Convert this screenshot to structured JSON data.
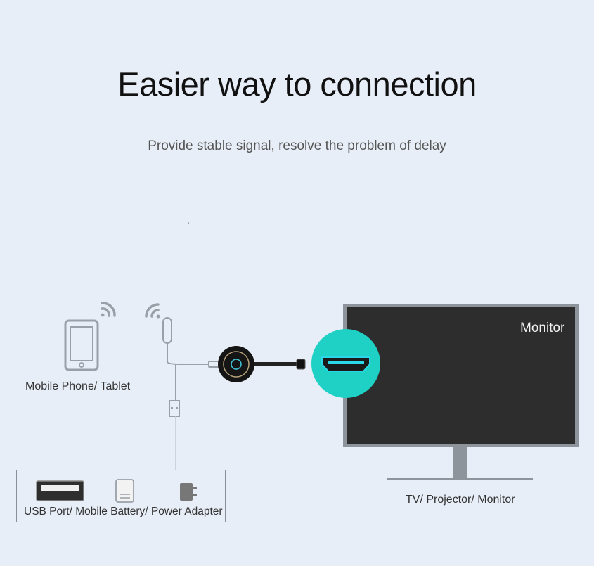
{
  "headline": "Easier way to connection",
  "subline": "Provide stable signal, resolve the problem of delay",
  "devices": {
    "phone_label": "Mobile Phone/ Tablet",
    "power_label": "USB Port/ Mobile Battery/ Power Adapter",
    "tv_label": "TV/ Projector/ Monitor",
    "screen_label": "Monitor"
  },
  "colors": {
    "background": "#e8eef7",
    "accent": "#1fd1c5",
    "screen": "#2d2d2d",
    "frame": "#8e949c"
  },
  "icons": [
    "tablet-icon",
    "wifi-signal-icon",
    "usb-cable-icon",
    "wireless-dongle-icon",
    "hdmi-port-icon",
    "usb-port-icon",
    "mobile-battery-icon",
    "power-adapter-icon",
    "monitor-icon"
  ]
}
